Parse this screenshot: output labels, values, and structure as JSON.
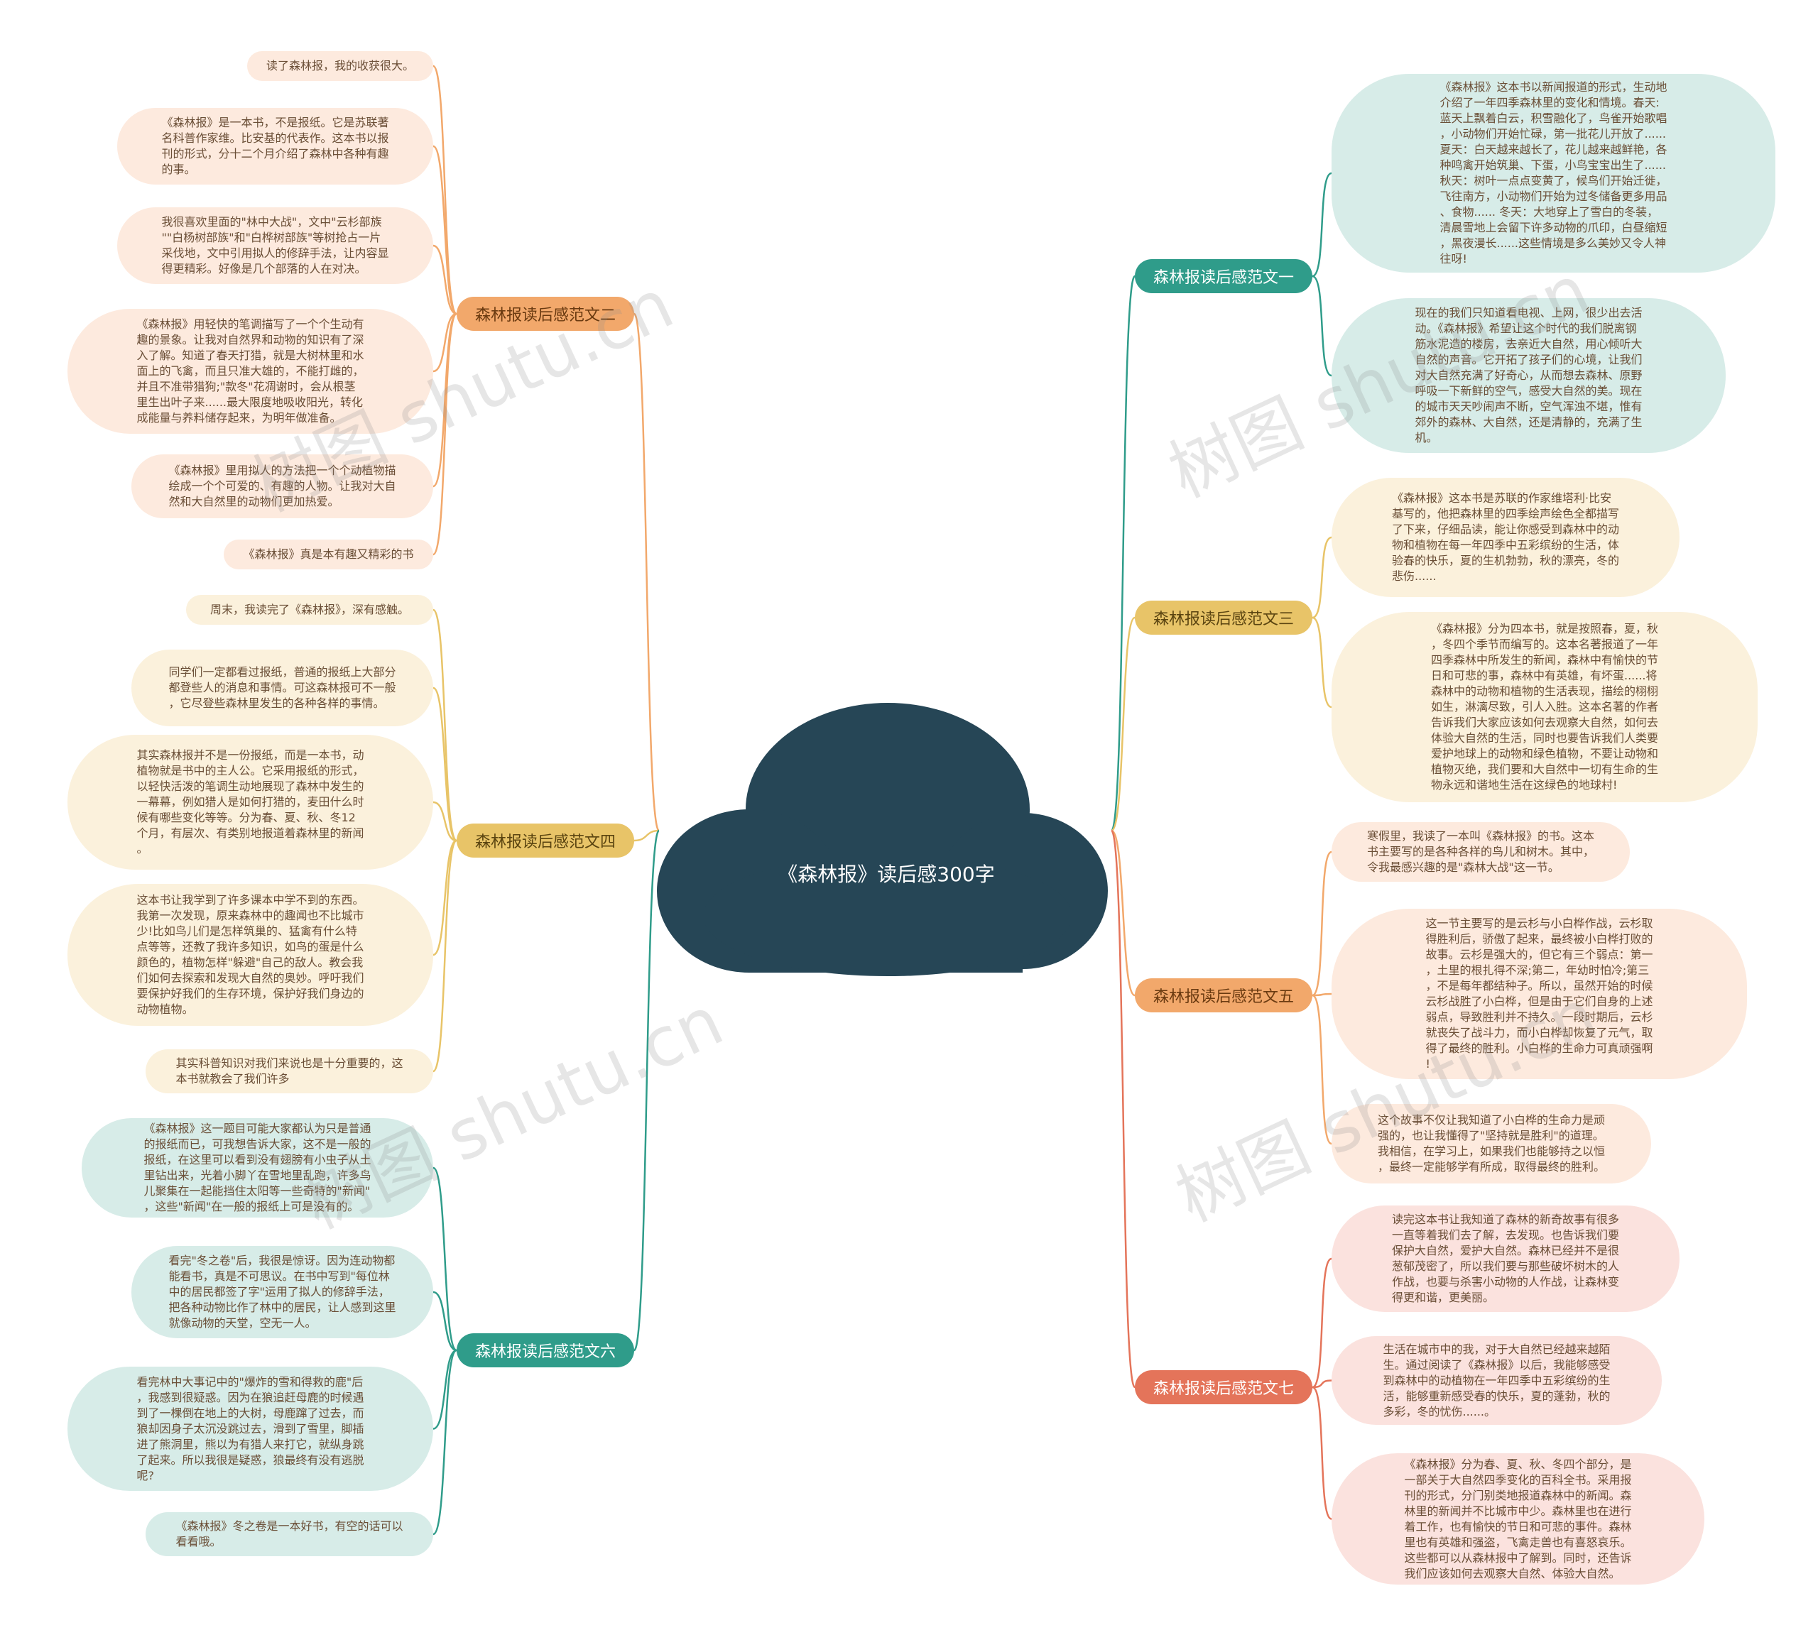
{
  "title": "《森林报》读后感300字",
  "colors": {
    "center": "#264656",
    "b1": "#2f9c8a",
    "b1_leaf": "#d7ece8",
    "b2": "#f2a86b",
    "b2_leaf": "#fdeade",
    "b3": "#e8c468",
    "b3_leaf": "#fbf1dc",
    "b4": "#e8c468",
    "b4_leaf": "#fbf1dc",
    "b5": "#f2a86b",
    "b5_leaf": "#fdeade",
    "b6": "#2f9c8a",
    "b6_leaf": "#d7ece8",
    "b7": "#e4745a",
    "b7_leaf": "#fbe2de"
  },
  "branches": {
    "b1": {
      "label": "森林报读后感范文一",
      "leaves": [
        "《森林报》这本书以新闻报道的形式，生动地\n介绍了一年四季森林里的变化和情境。春天:\n蓝天上飘着白云，积雪融化了，鸟雀开始歌唱\n，小动物们开始忙碌，第一批花儿开放了......\n夏天：白天越来越长了，花儿越来越鲜艳，各\n种鸣禽开始筑巢、下蛋，小鸟宝宝出生了......\n秋天：树叶一点点变黄了，候鸟们开始迁徙，\n飞往南方，小动物们开始为过冬储备更多用品\n、食物...... 冬天：大地穿上了雪白的冬装，\n清晨雪地上会留下许多动物的爪印，白昼缩短\n，黑夜漫长......这些情境是多么美妙又令人神\n往呀!",
        "现在的我们只知道看电视、上网，很少出去活\n动。《森林报》希望让这个时代的我们脱离钢\n筋水泥造的楼房，去亲近大自然，用心倾听大\n自然的声音。它开拓了孩子们的心境，让我们\n对大自然充满了好奇心，从而想去森林、原野\n呼吸一下新鲜的空气，感受大自然的美。现在\n的城市天天吵闹声不断，空气浑浊不堪，惟有\n郊外的森林、大自然，还是清静的，充满了生\n机。"
      ]
    },
    "b2": {
      "label": "森林报读后感范文二",
      "leaves": [
        "读了森林报，我的收获很大。",
        "《森林报》是一本书，不是报纸。它是苏联著\n名科普作家维。比安基的代表作。这本书以报\n刊的形式，分十二个月介绍了森林中各种有趣\n的事。",
        "我很喜欢里面的\"林中大战\"，文中\"云杉部族\n\"\"白杨树部族\"和\"白桦树部族\"等树抢占一片\n采伐地，文中引用拟人的修辞手法，让内容显\n得更精彩。好像是几个部落的人在对决。",
        "《森林报》用轻快的笔调描写了一个个生动有\n趣的景象。让我对自然界和动物的知识有了深\n入了解。知道了春天打猎，就是大树林里和水\n面上的飞禽，而且只准大雄的，不能打雌的，\n并且不准带猎狗;\"款冬\"花凋谢时，会从根茎\n里生出叶子来......最大限度地吸收阳光，转化\n成能量与养料储存起来，为明年做准备。",
        "《森林报》里用拟人的方法把一个个动植物描\n绘成一个个可爱的、有趣的人物。让我对大自\n然和大自然里的动物们更加热爱。",
        "《森林报》真是本有趣又精彩的书"
      ]
    },
    "b3": {
      "label": "森林报读后感范文三",
      "leaves": [
        "《森林报》这本书是苏联的作家维塔利·比安\n基写的，他把森林里的四季绘声绘色全都描写\n了下来，仔细品读，能让你感受到森林中的动\n物和植物在每一年四季中五彩缤纷的生活，体\n验春的快乐，夏的生机勃勃，秋的漂亮，冬的\n悲伤......",
        "《森林报》分为四本书，就是按照春，夏，秋\n，冬四个季节而编写的。这本名著报道了一年\n四季森林中所发生的新闻，森林中有愉快的节\n日和可悲的事，森林中有英雄，有坏蛋......将\n森林中的动物和植物的生活表现，描绘的栩栩\n如生，淋漓尽致，引人入胜。这本名著的作者\n告诉我们大家应该如何去观察大自然，如何去\n体验大自然的生活，同时也要告诉我们人类要\n爱护地球上的动物和绿色植物，不要让动物和\n植物灭绝，我们要和大自然中一切有生命的生\n物永远和谐地生活在这绿色的地球村!"
      ]
    },
    "b4": {
      "label": "森林报读后感范文四",
      "leaves": [
        "周末，我读完了《森林报》，深有感触。",
        "同学们一定都看过报纸，普通的报纸上大部分\n都登些人的消息和事情。可这森林报可不一般\n，它尽登些森林里发生的各种各样的事情。",
        "其实森林报并不是一份报纸，而是一本书，动\n植物就是书中的主人公。它采用报纸的形式，\n以轻快活泼的笔调生动地展现了森林中发生的\n一幕幕，例如猎人是如何打猎的，麦田什么时\n候有哪些变化等等。分为春、夏、秋、冬12\n个月，有层次、有类别地报道着森林里的新闻\n。",
        "这本书让我学到了许多课本中学不到的东西。\n我第一次发现，原来森林中的趣闻也不比城市\n少!比如鸟儿们是怎样筑巢的、猛禽有什么特\n点等等，还教了我许多知识，如鸟的蛋是什么\n颜色的，植物怎样\"躲避\"自己的敌人。教会我\n们如何去探索和发现大自然的奥妙。呼吁我们\n要保护好我们的生存环境，保护好我们身边的\n动物植物。",
        "其实科普知识对我们来说也是十分重要的，这\n本书就教会了我们许多"
      ]
    },
    "b5": {
      "label": "森林报读后感范文五",
      "leaves": [
        "寒假里，我读了一本叫《森林报》的书。这本\n书主要写的是各种各样的鸟儿和树木。其中，\n令我最感兴趣的是\"森林大战\"这一节。",
        "这一节主要写的是云杉与小白桦作战，云杉取\n得胜利后，骄傲了起来，最终被小白桦打败的\n故事。云杉是强大的，但它有三个弱点：第一\n，土里的根扎得不深;第二，年幼时怕冷;第三\n，不是每年都结种子。所以，虽然开始的时候\n云杉战胜了小白桦，但是由于它们自身的上述\n弱点，导致胜利并不持久。一段时期后，云杉\n就丧失了战斗力，而小白桦却恢复了元气，取\n得了最终的胜利。小白桦的生命力可真顽强啊\n!",
        "这个故事不仅让我知道了小白桦的生命力是顽\n强的，也让我懂得了\"坚持就是胜利\"的道理。\n我相信，在学习上，如果我们也能够持之以恒\n，最终一定能够学有所成，取得最终的胜利。"
      ]
    },
    "b6": {
      "label": "森林报读后感范文六",
      "leaves": [
        "《森林报》这一题目可能大家都认为只是普通\n的报纸而已，可我想告诉大家，这不是一般的\n报纸，在这里可以看到没有翅膀有小虫子从土\n里钻出来，光着小脚丫在雪地里乱跑，许多鸟\n儿聚集在一起能挡住太阳等一些奇特的\"新闻\"\n，这些\"新闻\"在一般的报纸上可是没有的。",
        "看完\"冬之卷\"后，我很是惊讶。因为连动物都\n能看书，真是不可思议。在书中写到\"每位林\n中的居民都签了字\"运用了拟人的修辞手法，\n把各种动物比作了林中的居民，让人感到这里\n就像动物的天堂，空无一人。",
        "看完林中大事记中的\"爆炸的雪和得救的鹿\"后\n，我感到很疑惑。因为在狼追赶母鹿的时候遇\n到了一棵倒在地上的大树，母鹿蹿了过去，而\n狼却因身子太沉没跳过去，滑到了雪里，脚插\n进了熊洞里，熊以为有猎人来打它，就纵身跳\n了起来。所以我很是疑惑，狼最终有没有逃脱\n呢?",
        "《森林报》冬之卷是一本好书，有空的话可以\n看看哦。"
      ]
    },
    "b7": {
      "label": "森林报读后感范文七",
      "leaves": [
        "读完这本书让我知道了森林的新奇故事有很多\n一直等着我们去了解，去发现。也告诉我们要\n保护大自然，爱护大自然。森林已经并不是很\n葱郁茂密了，所以我们要与那些破坏树木的人\n作战，也要与杀害小动物的人作战，让森林变\n得更和谐，更美丽。",
        "生活在城市中的我，对于大自然已经越来越陌\n生。通过阅读了《森林报》以后，我能够感受\n到森林中的动植物在一年四季中五彩缤纷的生\n活，能够重新感受春的快乐，夏的蓬勃，秋的\n多彩，冬的忧伤......。",
        "《森林报》分为春、夏、秋、冬四个部分，是\n一部关于大自然四季变化的百科全书。采用报\n刊的形式，分门别类地报道森林中的新闻。森\n林里的新闻并不比城市中少。森林里也在进行\n着工作，也有愉快的节日和可悲的事件。森林\n里也有英雄和强盗，飞禽走兽也有喜怒哀乐。\n这些都可以从森林报中了解到。同时，还告诉\n我们应该如何去观察大自然、体验大自然。"
      ]
    }
  },
  "watermarks": [
    "树图 shutu.cn",
    "树图 shutu.cn",
    "树图 shutu.cn",
    "树图 shutu.cn"
  ]
}
